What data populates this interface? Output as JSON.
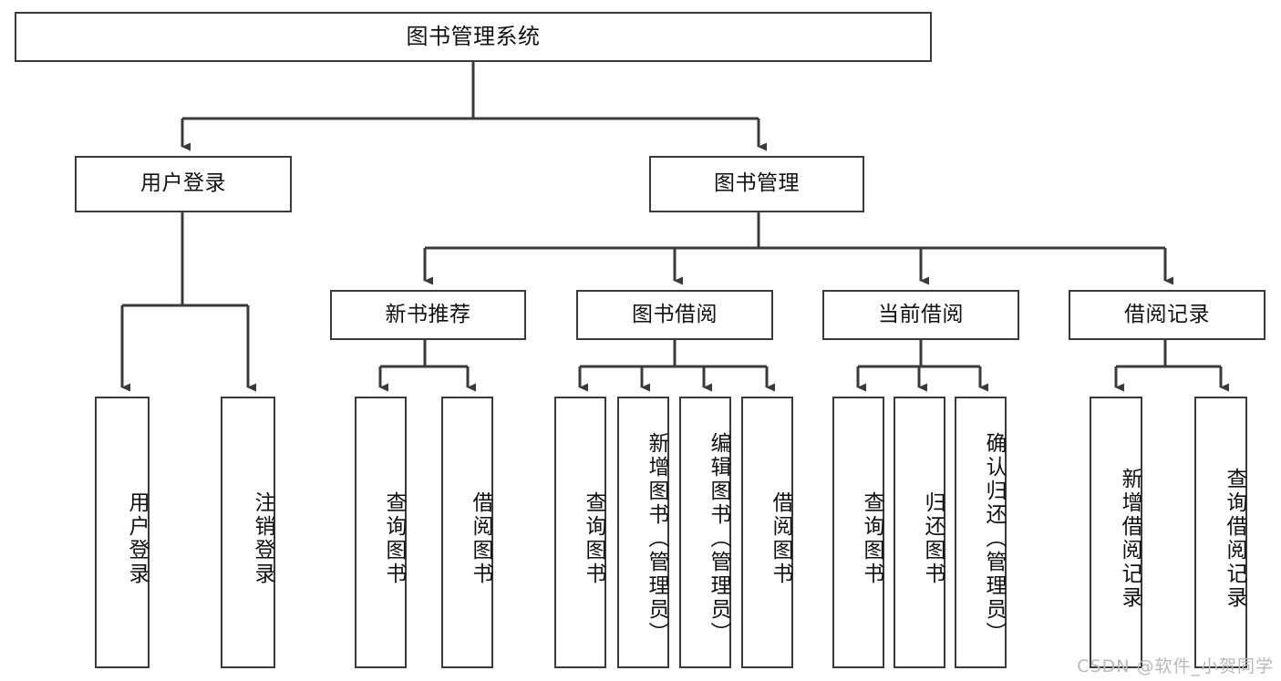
{
  "diagram": {
    "type": "tree-hierarchy",
    "title": "图书管理系统",
    "watermark": "CSDN @软件_小贺同学",
    "colors": {
      "box_border": "#3a3a3a",
      "box_fill": "#ffffff",
      "connector": "#3a3a3a",
      "text": "#111111",
      "watermark": "#b9b9b9"
    },
    "levels": {
      "root": {
        "label": "图书管理系统"
      },
      "level2": [
        {
          "label": "用户登录"
        },
        {
          "label": "图书管理"
        }
      ],
      "level3": [
        {
          "label": "新书推荐"
        },
        {
          "label": "图书借阅"
        },
        {
          "label": "当前借阅"
        },
        {
          "label": "借阅记录"
        }
      ],
      "leaves": {
        "user_login": [
          {
            "label": "用户登录"
          },
          {
            "label": "注销登录"
          }
        ],
        "new_book_recommend": [
          {
            "label": "查询图书"
          },
          {
            "label": "借阅图书"
          }
        ],
        "book_borrow": [
          {
            "label": "查询图书"
          },
          {
            "label": "新增图书（管理员）"
          },
          {
            "label": "编辑图书（管理员）"
          },
          {
            "label": "借阅图书"
          }
        ],
        "current_borrow": [
          {
            "label": "查询图书"
          },
          {
            "label": "归还图书"
          },
          {
            "label": "确认归还（管理员）"
          }
        ],
        "borrow_records": [
          {
            "label": "新增借阅记录"
          },
          {
            "label": "查询借阅记录"
          }
        ]
      }
    }
  }
}
